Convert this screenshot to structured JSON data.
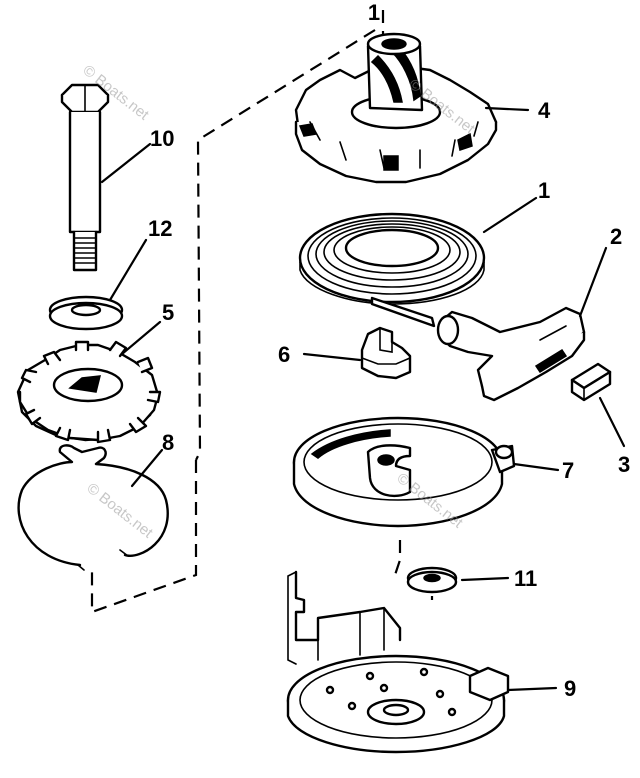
{
  "diagram": {
    "callouts": {
      "c1_top": "1",
      "c1": "1",
      "c2": "2",
      "c3": "3",
      "c4": "4",
      "c5": "5",
      "c6": "6",
      "c7": "7",
      "c8": "8",
      "c9": "9",
      "c10": "10",
      "c11": "11",
      "c12": "12"
    },
    "watermarks": {
      "w1": "© Boats.net",
      "w2": "© Boats.net",
      "w3": "© Boats.net",
      "w4": "© Boats.net"
    }
  }
}
